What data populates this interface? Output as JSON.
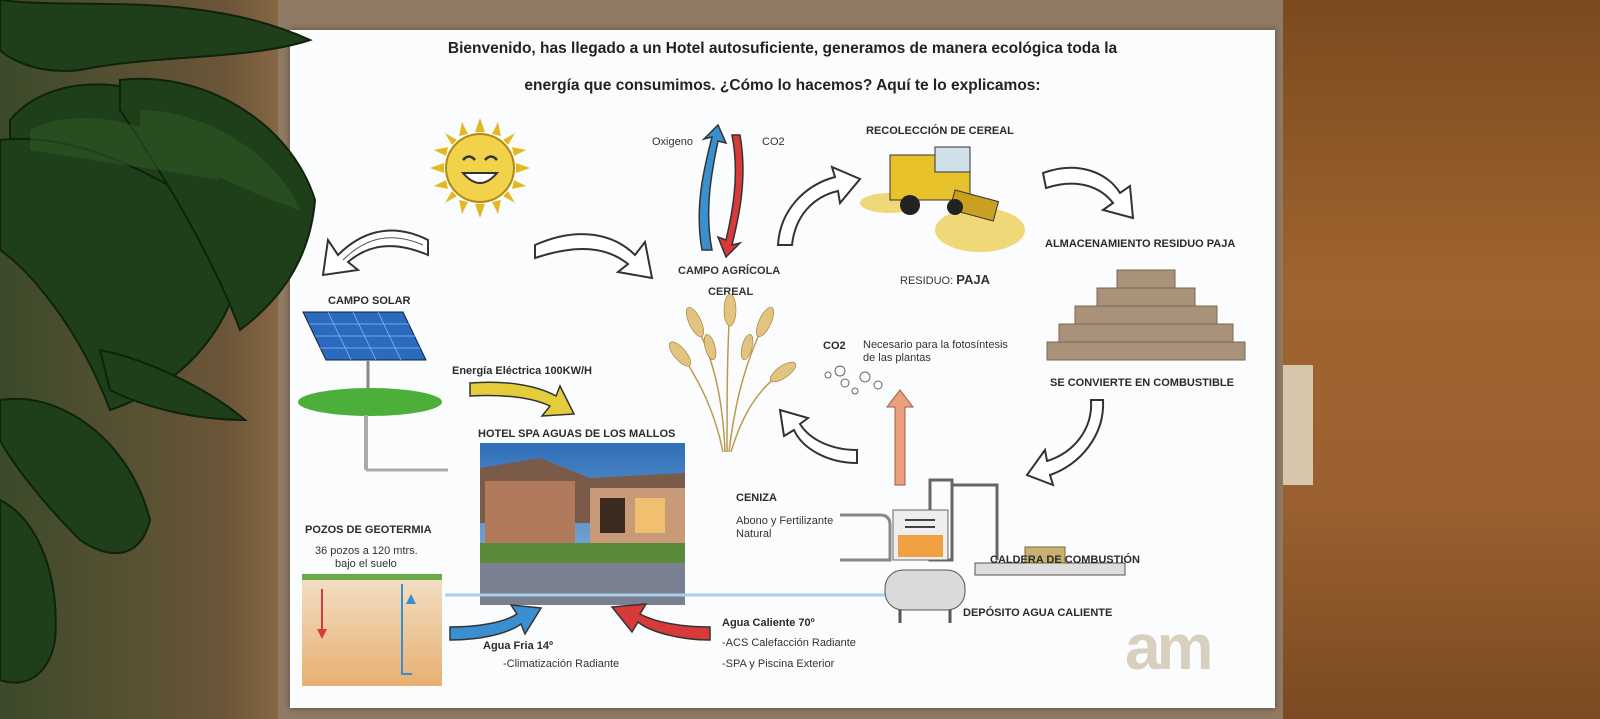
{
  "poster": {
    "title_line1": "Bienvenido, has llegado a un Hotel autosuficiente, generamos de manera ecológica toda la",
    "title_line2": "energía que consumimos. ¿Cómo lo hacemos? Aquí te lo explicamos:",
    "oxygen": "Oxigeno",
    "co2_top": "CO2",
    "recoleccion": "RECOLECCIÓN DE CEREAL",
    "almacenamiento": "ALMACENAMIENTO RESIDUO PAJA",
    "residuo_prefix": "RESIDUO:",
    "residuo_value": "PAJA",
    "campo_agricola": "CAMPO AGRÍCOLA",
    "cereal": "CEREAL",
    "campo_solar": "CAMPO SOLAR",
    "energia": "Energía Eléctrica 100KW/H",
    "co2_mid": "CO2",
    "co2_note_1": "Necesario para la fotosíntesis",
    "co2_note_2": "de las plantas",
    "se_convierte": "SE CONVIERTE EN COMBUSTIBLE",
    "hotel": "HOTEL SPA AGUAS DE LOS MALLOS",
    "ceniza": "CENIZA",
    "abono_1": "Abono y Fertilizante",
    "abono_2": "Natural",
    "caldera": "CALDERA DE COMBUSTIÓN",
    "pozos": "POZOS DE GEOTERMIA",
    "pozos_note_1": "36 pozos a 120 mtrs.",
    "pozos_note_2": "bajo el suelo",
    "deposito": "DEPÓSITO AGUA CALIENTE",
    "agua_caliente": "Agua Caliente 70º",
    "acs": "-ACS Calefacción Radiante",
    "spa": "-SPA y Piscina Exterior",
    "agua_fria": "Agua Fria 14º",
    "climatizacion": "-Climatización  Radiante",
    "logo": "am"
  },
  "colors": {
    "paper": "#fbfcfd",
    "sun": "#f2d24a",
    "red_arrow": "#d83a3a",
    "blue_arrow": "#3a8fd0",
    "yellow_arrow": "#e4cc3a",
    "logo": "#d8cfbe"
  }
}
